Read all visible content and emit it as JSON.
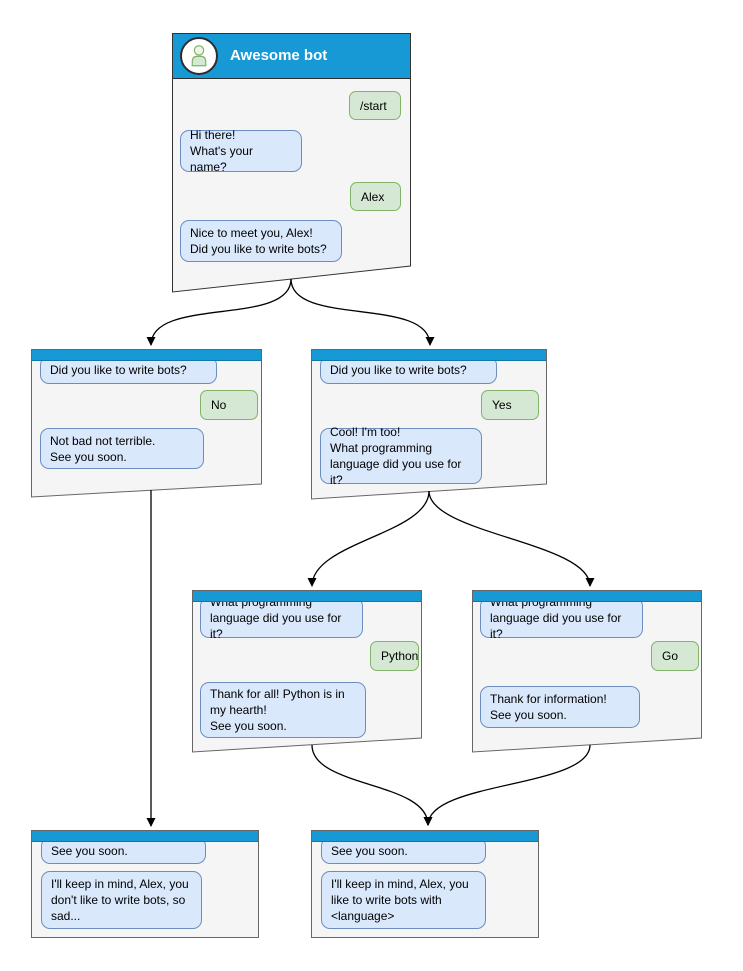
{
  "colors": {
    "canvas_bg": "#ffffff",
    "header_blue": "#1799d6",
    "window_bg": "#f5f5f5",
    "window_border": "#666666",
    "bot_bubble_bg": "#dae8fc",
    "bot_bubble_border": "#6c8ebf",
    "user_bubble_bg": "#d5e8d4",
    "user_bubble_border": "#82b366",
    "arrow_color": "#000000",
    "title_text": "#ffffff",
    "message_text": "#000000"
  },
  "windows": [
    {
      "id": "main",
      "title": "Awesome bot",
      "avatar_icon": "person-icon",
      "messages": [
        {
          "side": "user",
          "text": "/start"
        },
        {
          "side": "bot",
          "text": "Hi there!\nWhat's your name?"
        },
        {
          "side": "user",
          "text": "Alex"
        },
        {
          "side": "bot",
          "text": "Nice to meet you, Alex!\nDid you like to write bots?"
        }
      ]
    },
    {
      "id": "branch-no",
      "messages": [
        {
          "side": "bot",
          "text": "Did you like to write bots?"
        },
        {
          "side": "user",
          "text": "No"
        },
        {
          "side": "bot",
          "text": "Not bad not terrible.\nSee you soon."
        }
      ]
    },
    {
      "id": "branch-yes",
      "messages": [
        {
          "side": "bot",
          "text": "Did you like to write bots?"
        },
        {
          "side": "user",
          "text": "Yes"
        },
        {
          "side": "bot",
          "text": "Cool! I'm too!\nWhat programming\nlanguage did you use for it?"
        }
      ]
    },
    {
      "id": "lang-python",
      "messages": [
        {
          "side": "bot",
          "text": "What programming\nlanguage did you use for it?"
        },
        {
          "side": "user",
          "text": "Python"
        },
        {
          "side": "bot",
          "text": "Thank for all! Python is in\nmy hearth!\nSee you soon."
        }
      ]
    },
    {
      "id": "lang-go",
      "messages": [
        {
          "side": "bot",
          "text": "What programming\nlanguage did you use for it?"
        },
        {
          "side": "user",
          "text": "Go"
        },
        {
          "side": "bot",
          "text": "Thank for information!\nSee you soon."
        }
      ]
    },
    {
      "id": "end-no",
      "messages": [
        {
          "side": "bot",
          "text": "See you soon."
        },
        {
          "side": "bot",
          "text": "I'll keep in mind, Alex, you\ndon't like to write bots, so\nsad..."
        }
      ]
    },
    {
      "id": "end-yes",
      "messages": [
        {
          "side": "bot",
          "text": "See you soon."
        },
        {
          "side": "bot",
          "text": "I'll keep in mind, Alex, you\nlike to write bots with\n<language>"
        }
      ]
    }
  ],
  "edges": [
    {
      "from": "main",
      "to": "branch-no"
    },
    {
      "from": "main",
      "to": "branch-yes"
    },
    {
      "from": "branch-no",
      "to": "end-no"
    },
    {
      "from": "branch-yes",
      "to": "lang-python"
    },
    {
      "from": "branch-yes",
      "to": "lang-go"
    },
    {
      "from": "lang-python",
      "to": "end-yes"
    },
    {
      "from": "lang-go",
      "to": "end-yes"
    }
  ]
}
